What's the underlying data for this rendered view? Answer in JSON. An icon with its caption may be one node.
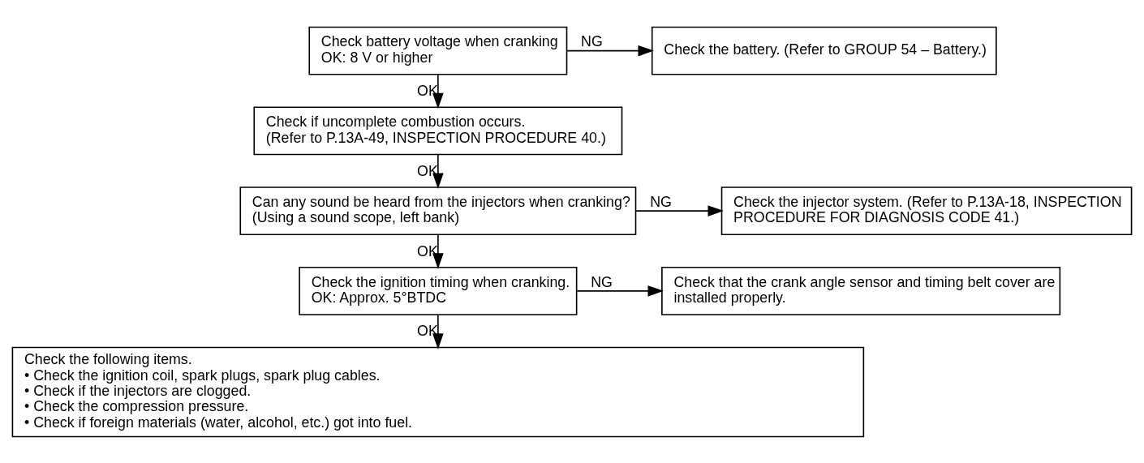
{
  "diagram": {
    "nodes": [
      {
        "text": [
          "Check battery voltage when cranking",
          "OK: 8 V or higher"
        ]
      },
      {
        "text": [
          "Check the battery. (Refer to GROUP 54 – Battery.)"
        ]
      },
      {
        "text": [
          "Check if uncomplete combustion occurs.",
          "(Refer to P.13A-49, INSPECTION PROCEDURE 40.)"
        ]
      },
      {
        "text": [
          "Can any sound be heard from the injectors when cranking?",
          "(Using a sound scope, left bank)"
        ]
      },
      {
        "text": [
          "Check the injector system. (Refer to P.13A-18, INSPECTION PROCEDURE FOR DIAGNOSIS CODE 41.)"
        ]
      },
      {
        "text": [
          "Check the ignition timing when cranking.",
          "OK: Approx. 5°BTDC"
        ]
      },
      {
        "text": [
          "Check that the crank angle sensor and timing belt cover are installed properly."
        ]
      },
      {
        "text": [
          "Check the following items.",
          "• Check the ignition coil, spark plugs, spark plug cables.",
          "• Check if the injectors are clogged.",
          "• Check the compression pressure.",
          "• Check if foreign materials (water, alcohol, etc.) got into fuel."
        ]
      }
    ],
    "edges": [
      {
        "from": 0,
        "to": 1,
        "arrow": "to",
        "label": "NG"
      },
      {
        "from": 0,
        "to": 2,
        "arrow": "to",
        "label": "OK"
      },
      {
        "from": 2,
        "to": 3,
        "arrow": "to",
        "label": "OK"
      },
      {
        "from": 3,
        "to": 4,
        "arrow": "to",
        "label": "NG"
      },
      {
        "from": 3,
        "to": 5,
        "arrow": "to",
        "label": "OK"
      },
      {
        "from": 5,
        "to": 6,
        "arrow": "to",
        "label": "NG"
      },
      {
        "from": 5,
        "to": 7,
        "arrow": "to",
        "label": "OK"
      }
    ]
  }
}
